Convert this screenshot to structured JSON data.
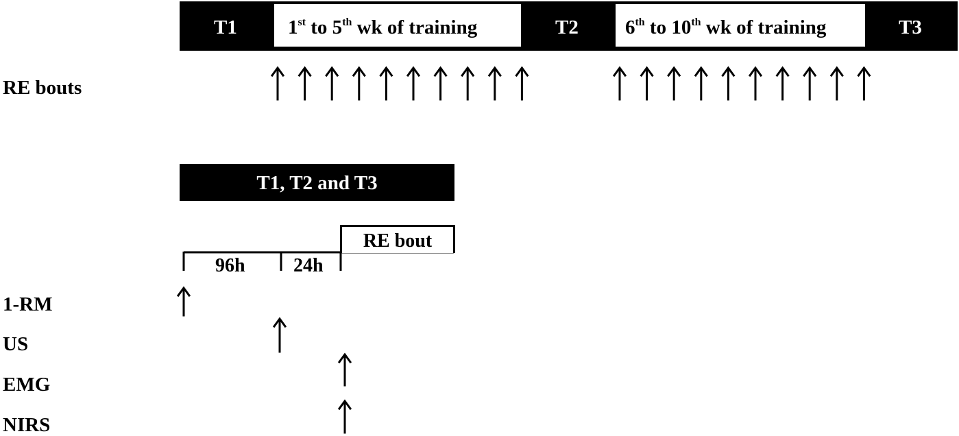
{
  "timeline": {
    "t1": "T1",
    "t2": "T2",
    "t3": "T3",
    "phase1": {
      "pre": "1",
      "sup1": "st",
      "mid": " to 5",
      "sup2": "th",
      "post": " wk of training"
    },
    "phase2": {
      "pre": "6",
      "sup1": "th",
      "mid": " to 10",
      "sup2": "th",
      "post": " wk of training"
    }
  },
  "re_bouts_label": "RE bouts",
  "re_bouts_per_phase": 10,
  "session": {
    "title": "T1, T2 and T3",
    "re_bout_label": "RE bout",
    "interval1": "96h",
    "interval2": "24h"
  },
  "measures": [
    "1-RM",
    "US",
    "EMG",
    "NIRS"
  ]
}
